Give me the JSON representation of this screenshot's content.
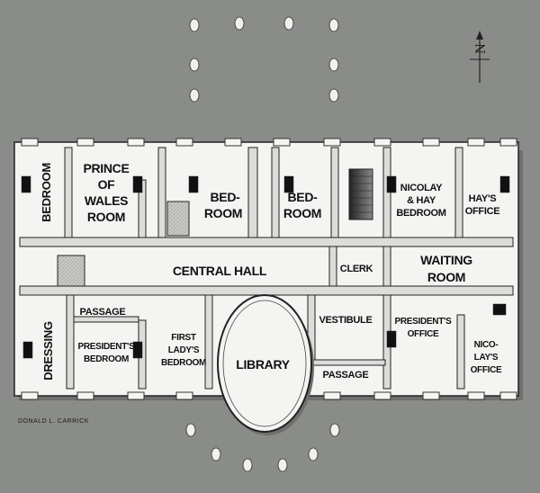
{
  "plan": {
    "rooms": {
      "bedroom_west": "BEDROOM",
      "prince_of_wales_1": "PRINCE",
      "prince_of_wales_2": "OF",
      "prince_of_wales_3": "WALES",
      "prince_of_wales_4": "ROOM",
      "bedroom_mid_1": "BED-",
      "bedroom_mid_2": "ROOM",
      "bedroom_east_1": "BED-",
      "bedroom_east_2": "ROOM",
      "nicolay_hay_1": "NICOLAY",
      "nicolay_hay_2": "& HAY",
      "nicolay_hay_3": "BEDROOM",
      "hays_office_1": "HAY'S",
      "hays_office_2": "OFFICE",
      "central_hall": "CENTRAL HALL",
      "clerk": "CLERK",
      "waiting_room_1": "WAITING",
      "waiting_room_2": "ROOM",
      "passage_west": "PASSAGE",
      "dressing": "DRESSING",
      "presidents_bedroom_1": "PRESIDENT'S",
      "presidents_bedroom_2": "BEDROOM",
      "first_lady_1": "FIRST",
      "first_lady_2": "LADY'S",
      "first_lady_3": "BEDROOM",
      "library": "LIBRARY",
      "vestibule": "VESTIBULE",
      "presidents_office_1": "PRESIDENT'S",
      "presidents_office_2": "OFFICE",
      "nicolays_office_1": "NICO-",
      "nicolays_office_2": "LAY'S",
      "nicolays_office_3": "OFFICE",
      "passage_east": "PASSAGE"
    },
    "credit": "DONALD L. CARRICK",
    "compass": "N"
  }
}
